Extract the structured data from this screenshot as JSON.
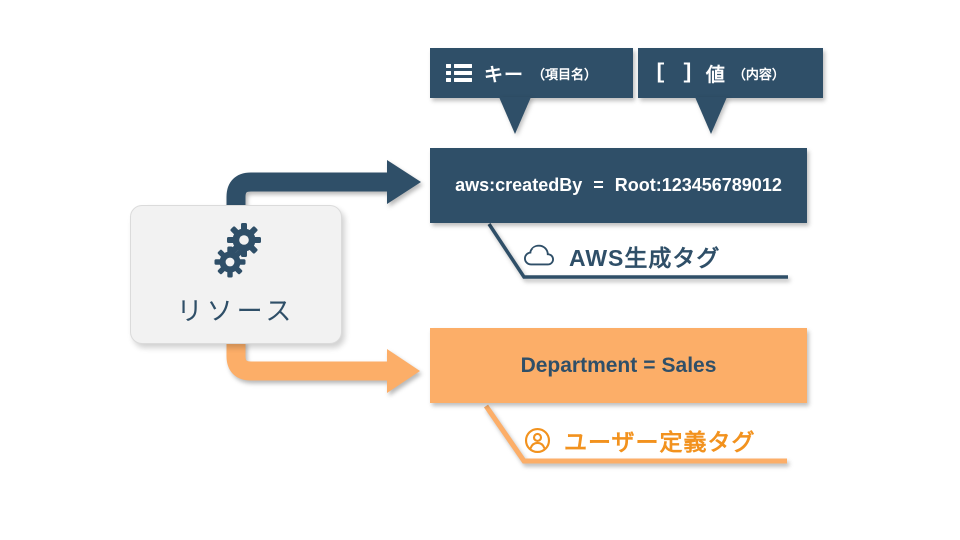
{
  "colors": {
    "navy": "#2F4F68",
    "orange": "#FCAE68",
    "orange_deep": "#F2921E",
    "panel_gray": "#F2F2F2"
  },
  "callouts": {
    "key": {
      "label": "キー",
      "sub": "（項目名）"
    },
    "value": {
      "bracket_glyph": "[ ]",
      "label": "値",
      "sub": "（内容）"
    }
  },
  "resource": {
    "label": "リソース"
  },
  "aws_tag": {
    "key": "aws:createdBy",
    "equals": "=",
    "value": "Root:123456789012",
    "caption": "AWS生成タグ"
  },
  "user_tag": {
    "key": "Department",
    "equals": "=",
    "value": "Sales",
    "caption": "ユーザー定義タグ"
  }
}
